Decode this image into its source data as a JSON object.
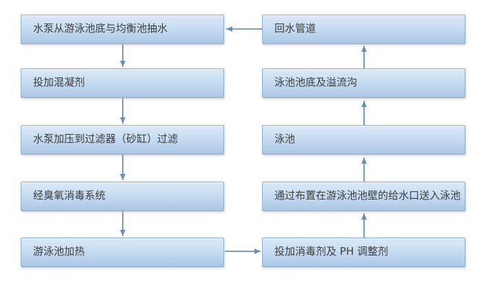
{
  "diagram": {
    "type": "flowchart",
    "title": "",
    "left_column": [
      {
        "id": "L1",
        "label": "水泵从游泳池底与均衡池抽水"
      },
      {
        "id": "L2",
        "label": "投加混凝剂"
      },
      {
        "id": "L3",
        "label": "水泵加压到过滤器（砂缸）过滤"
      },
      {
        "id": "L4",
        "label": "经臭氧消毒系统"
      },
      {
        "id": "L5",
        "label": "游泳池加热"
      }
    ],
    "right_column": [
      {
        "id": "R1",
        "label": "回水管道"
      },
      {
        "id": "R2",
        "label": "泳池池底及溢流沟"
      },
      {
        "id": "R3",
        "label": "泳池"
      },
      {
        "id": "R4",
        "label": "通过布置在游泳池池壁的给水口送入泳池"
      },
      {
        "id": "R5",
        "label": "投加消毒剂及 PH 调整剂"
      }
    ],
    "edges": [
      {
        "from": "L1",
        "to": "L2",
        "direction": "down"
      },
      {
        "from": "L2",
        "to": "L3",
        "direction": "down"
      },
      {
        "from": "L3",
        "to": "L4",
        "direction": "down"
      },
      {
        "from": "L4",
        "to": "L5",
        "direction": "down"
      },
      {
        "from": "L5",
        "to": "R5",
        "direction": "right"
      },
      {
        "from": "R5",
        "to": "R4",
        "direction": "up"
      },
      {
        "from": "R4",
        "to": "R3",
        "direction": "up"
      },
      {
        "from": "R3",
        "to": "R2",
        "direction": "up"
      },
      {
        "from": "R2",
        "to": "R1",
        "direction": "up"
      },
      {
        "from": "R1",
        "to": "L1",
        "direction": "left"
      }
    ],
    "colors": {
      "box_fill_top": "#d9e9f7",
      "box_fill_bottom": "#a6c4e3",
      "box_border": "#8aadd3",
      "text": "#3d3d3d",
      "arrow": "#6990ba",
      "background": "#ffffff"
    }
  }
}
